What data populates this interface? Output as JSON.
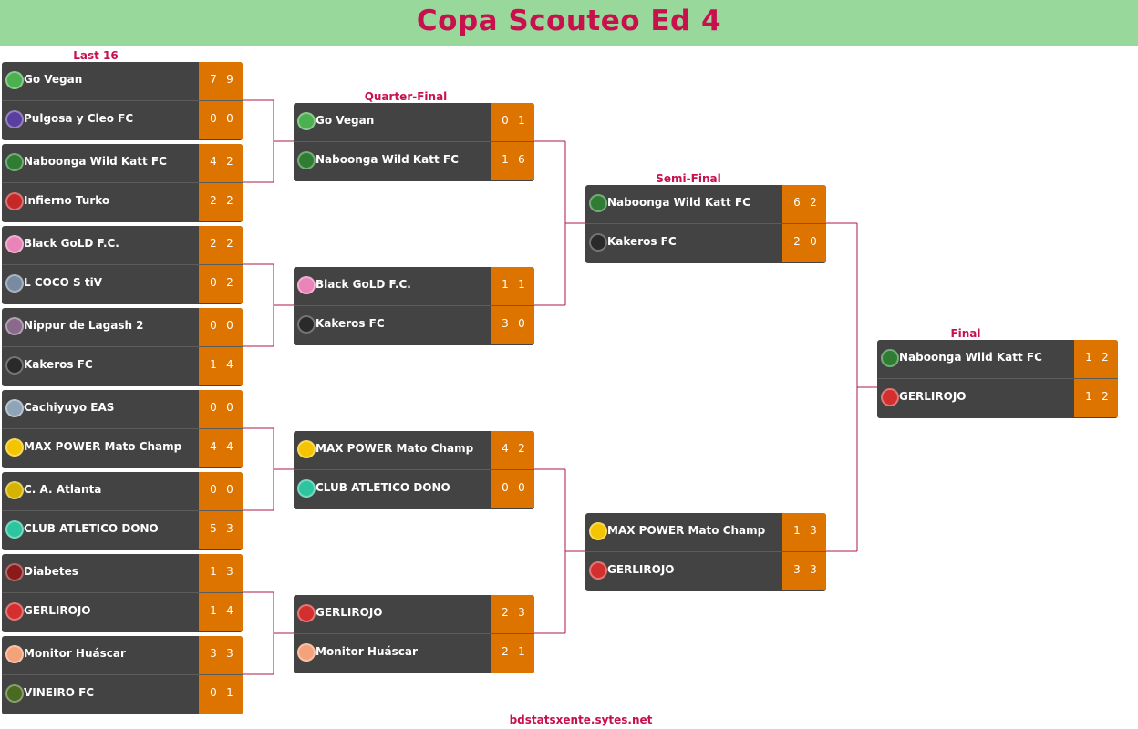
{
  "title": "Copa Scouteo Ed 4",
  "footer": "bdstatsxente.sytes.net",
  "rounds": {
    "r16": "Last 16",
    "qf": "Quarter-Final",
    "sf": "Semi-Final",
    "f": "Final"
  },
  "colors": {
    "accent": "#c8104f",
    "header_bg": "#98d89a",
    "card_bg": "#434343",
    "score_bg": "#dd7400",
    "line": "#b01848"
  },
  "teams": {
    "gov": {
      "name": "Go Vegan",
      "icon": "leaf-crest-icon",
      "color": "#4caf50"
    },
    "pul": {
      "name": "Pulgosa y Cleo FC",
      "icon": "purple-crest-icon",
      "color": "#5b3fa0"
    },
    "nab": {
      "name": "Naboonga Wild Katt FC",
      "icon": "green-cat-crest-icon",
      "color": "#2e7d32"
    },
    "inf": {
      "name": "Infierno Turko",
      "icon": "red-shield-crest-icon",
      "color": "#c62828"
    },
    "blk": {
      "name": "Black GoLD F.C.",
      "icon": "black-pink-crest-icon",
      "color": "#e884b8"
    },
    "coc": {
      "name": "L  COCO S   tiV",
      "icon": "grey-crest-icon",
      "color": "#7a8aa0"
    },
    "nip": {
      "name": "Nippur de Lagash 2",
      "icon": "dark-crest-icon",
      "color": "#8a6a8a"
    },
    "kak": {
      "name": "Kakeros FC",
      "icon": "black-round-crest-icon",
      "color": "#2a2a2a"
    },
    "cac": {
      "name": "Cachiyuyo EAS",
      "icon": "blue-crest-icon",
      "color": "#90a4b8"
    },
    "max": {
      "name": "MAX POWER Mato Champ",
      "icon": "yellow-crest-icon",
      "color": "#f5c400"
    },
    "atl": {
      "name": "C. A. Atlanta",
      "icon": "yellow-blue-crest-icon",
      "color": "#d4b400"
    },
    "clu": {
      "name": "CLUB ATLETICO DONO",
      "icon": "cyan-green-crest-icon",
      "color": "#2ec4a0"
    },
    "dia": {
      "name": "Diabetes",
      "icon": "red-black-crest-icon",
      "color": "#8b1a1a"
    },
    "ger": {
      "name": "GERLIROJO",
      "icon": "red-heart-crest-icon",
      "color": "#d32f2f"
    },
    "mon": {
      "name": "Monitor Huáscar",
      "icon": "orange-shield-crest-icon",
      "color": "#f4a27a"
    },
    "vin": {
      "name": "VINEIRO FC",
      "icon": "green-yellow-crest-icon",
      "color": "#4a6a20"
    }
  },
  "matches": [
    {
      "id": "r16-1",
      "round": "r16",
      "home": {
        "team": "gov",
        "s1": "7",
        "s2": "9"
      },
      "away": {
        "team": "pul",
        "s1": "0",
        "s2": "0"
      }
    },
    {
      "id": "r16-2",
      "round": "r16",
      "home": {
        "team": "nab",
        "s1": "4",
        "s2": "2"
      },
      "away": {
        "team": "inf",
        "s1": "2",
        "s2": "2"
      }
    },
    {
      "id": "r16-3",
      "round": "r16",
      "home": {
        "team": "blk",
        "s1": "2",
        "s2": "2"
      },
      "away": {
        "team": "coc",
        "s1": "0",
        "s2": "2"
      }
    },
    {
      "id": "r16-4",
      "round": "r16",
      "home": {
        "team": "nip",
        "s1": "0",
        "s2": "0"
      },
      "away": {
        "team": "kak",
        "s1": "1",
        "s2": "4"
      }
    },
    {
      "id": "r16-5",
      "round": "r16",
      "home": {
        "team": "cac",
        "s1": "0",
        "s2": "0"
      },
      "away": {
        "team": "max",
        "s1": "4",
        "s2": "4"
      }
    },
    {
      "id": "r16-6",
      "round": "r16",
      "home": {
        "team": "atl",
        "s1": "0",
        "s2": "0"
      },
      "away": {
        "team": "clu",
        "s1": "5",
        "s2": "3"
      }
    },
    {
      "id": "r16-7",
      "round": "r16",
      "home": {
        "team": "dia",
        "s1": "1",
        "s2": "3"
      },
      "away": {
        "team": "ger",
        "s1": "1",
        "s2": "4"
      }
    },
    {
      "id": "r16-8",
      "round": "r16",
      "home": {
        "team": "mon",
        "s1": "3",
        "s2": "3"
      },
      "away": {
        "team": "vin",
        "s1": "0",
        "s2": "1"
      }
    },
    {
      "id": "qf-1",
      "round": "qf",
      "home": {
        "team": "gov",
        "s1": "0",
        "s2": "1"
      },
      "away": {
        "team": "nab",
        "s1": "1",
        "s2": "6"
      }
    },
    {
      "id": "qf-2",
      "round": "qf",
      "home": {
        "team": "blk",
        "s1": "1",
        "s2": "1"
      },
      "away": {
        "team": "kak",
        "s1": "3",
        "s2": "0"
      }
    },
    {
      "id": "qf-3",
      "round": "qf",
      "home": {
        "team": "max",
        "s1": "4",
        "s2": "2"
      },
      "away": {
        "team": "clu",
        "s1": "0",
        "s2": "0"
      }
    },
    {
      "id": "qf-4",
      "round": "qf",
      "home": {
        "team": "ger",
        "s1": "2",
        "s2": "3"
      },
      "away": {
        "team": "mon",
        "s1": "2",
        "s2": "1"
      }
    },
    {
      "id": "sf-1",
      "round": "sf",
      "home": {
        "team": "nab",
        "s1": "6",
        "s2": "2"
      },
      "away": {
        "team": "kak",
        "s1": "2",
        "s2": "0"
      }
    },
    {
      "id": "sf-2",
      "round": "sf",
      "home": {
        "team": "max",
        "s1": "1",
        "s2": "3"
      },
      "away": {
        "team": "ger",
        "s1": "3",
        "s2": "3"
      }
    },
    {
      "id": "f-1",
      "round": "f",
      "home": {
        "team": "nab",
        "s1": "1",
        "s2": "2"
      },
      "away": {
        "team": "ger",
        "s1": "1",
        "s2": "2"
      }
    }
  ]
}
